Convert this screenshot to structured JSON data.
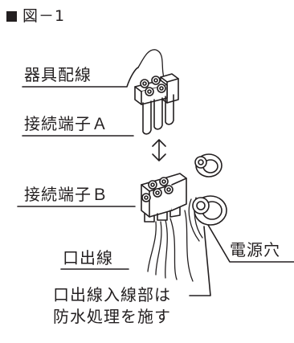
{
  "figure": {
    "title": "図－1",
    "labels": {
      "equipment_wiring": "器具配線",
      "terminal_a": "接続端子Ａ",
      "terminal_b": "接続端子Ｂ",
      "outlet_wire": "口出線",
      "power_hole": "電源穴",
      "note_line1": "口出線入線部は",
      "note_line2": "防水処理を施す"
    }
  },
  "colors": {
    "ink": "#231f20",
    "background": "#ffffff"
  }
}
